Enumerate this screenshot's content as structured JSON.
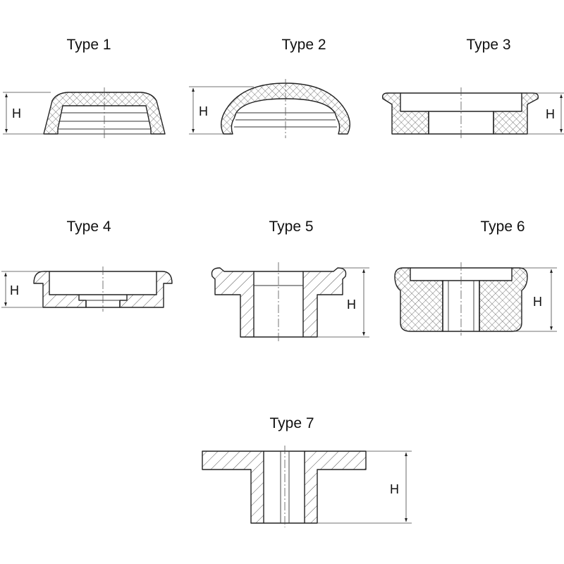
{
  "figures": [
    {
      "id": "type1",
      "title": "Type 1",
      "dimension": "H"
    },
    {
      "id": "type2",
      "title": "Type 2",
      "dimension": "H"
    },
    {
      "id": "type3",
      "title": "Type 3",
      "dimension": "H"
    },
    {
      "id": "type4",
      "title": "Type 4",
      "dimension": "H"
    },
    {
      "id": "type5",
      "title": "Type 5",
      "dimension": "H"
    },
    {
      "id": "type6",
      "title": "Type  6",
      "dimension": "H"
    },
    {
      "id": "type7",
      "title": "Type 7",
      "dimension": "H"
    }
  ],
  "colors": {
    "line": "#222222",
    "background": "#ffffff"
  }
}
